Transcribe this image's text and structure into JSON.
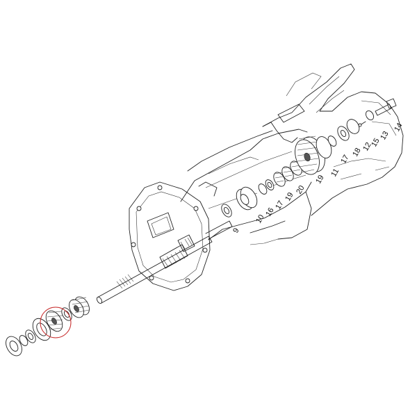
{
  "diagram": {
    "highlight_color": "#c62828",
    "line_color": "#222222",
    "callouts": [
      "9",
      "10",
      "16",
      "17",
      "19",
      "20",
      "19",
      "11",
      "17",
      "18",
      "15",
      "12",
      "13",
      "14"
    ]
  }
}
